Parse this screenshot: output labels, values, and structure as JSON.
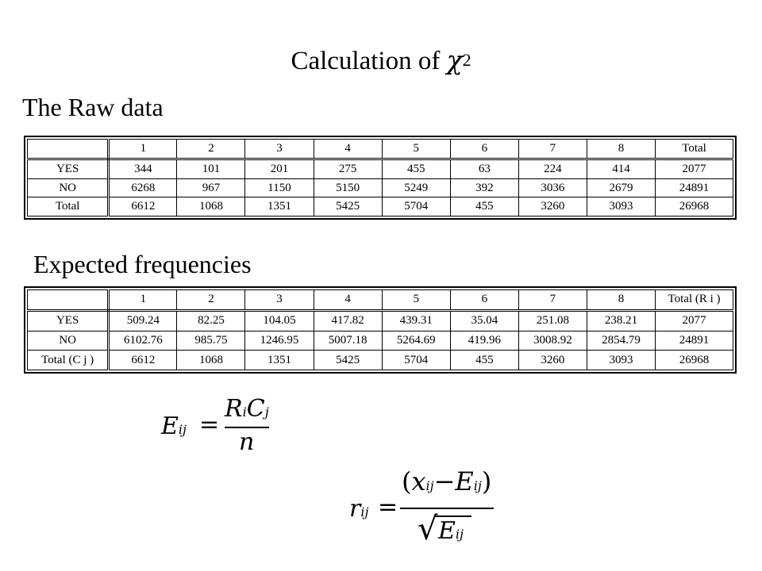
{
  "slide": {
    "title_text": "Calculation of",
    "title_symbol": "χ",
    "title_sup": "2",
    "raw_heading": "The Raw data",
    "expected_heading": "Expected frequencies"
  },
  "raw_table": {
    "columns": [
      "",
      "1",
      "2",
      "3",
      "4",
      "5",
      "6",
      "7",
      "8",
      "Total"
    ],
    "rows": [
      [
        "YES",
        "344",
        "101",
        "201",
        "275",
        "455",
        "63",
        "224",
        "414",
        "2077"
      ],
      [
        "NO",
        "6268",
        "967",
        "1150",
        "5150",
        "5249",
        "392",
        "3036",
        "2679",
        "24891"
      ],
      [
        "Total",
        "6612",
        "1068",
        "1351",
        "5425",
        "5704",
        "455",
        "3260",
        "3093",
        "26968"
      ]
    ]
  },
  "expected_table": {
    "columns": [
      "",
      "1",
      "2",
      "3",
      "4",
      "5",
      "6",
      "7",
      "8",
      "Total (R i )"
    ],
    "rows": [
      [
        "YES",
        "509.24",
        "82.25",
        "104.05",
        "417.82",
        "439.31",
        "35.04",
        "251.08",
        "238.21",
        "2077"
      ],
      [
        "NO",
        "6102.76",
        "985.75",
        "1246.95",
        "5007.18",
        "5264.69",
        "419.96",
        "3008.92",
        "2854.79",
        "24891"
      ],
      [
        "Total (C j )",
        "6612",
        "1068",
        "1351",
        "5425",
        "5704",
        "455",
        "3260",
        "3093",
        "26968"
      ]
    ]
  },
  "formula_expected": {
    "lhs_symbol": "E",
    "lhs_sub": "ij",
    "equals": "=",
    "num_r": "R",
    "num_r_sub": "i",
    "num_c": "C",
    "num_c_sub": "j",
    "denominator": "n"
  },
  "formula_residual": {
    "lhs_symbol": "r",
    "lhs_sub": "ij",
    "equals": "=",
    "paren_open": "(",
    "x_symbol": "x",
    "x_sub": "ij",
    "minus": "−",
    "e_symbol": "E",
    "e_sub": "ij",
    "paren_close": ")",
    "sqrt_sign": "√",
    "den_symbol": "E",
    "den_sub": "ij"
  }
}
